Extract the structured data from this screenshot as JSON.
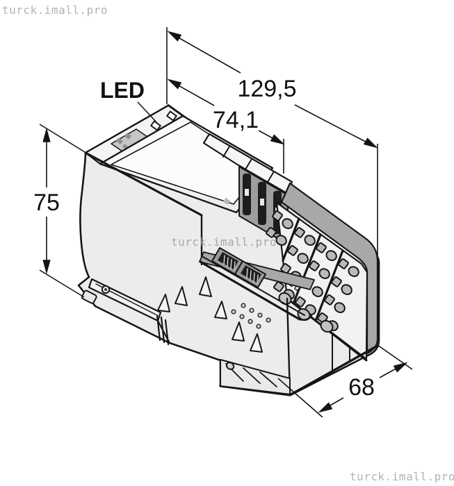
{
  "watermark": {
    "text": "turck.imall.pro"
  },
  "drawing": {
    "led_label": "LED",
    "dim_total_width": "129,5",
    "dim_inner_width": "74,1",
    "dim_height": "75",
    "dim_depth": "68"
  },
  "colors": {
    "line": "#161616",
    "body": "#ececec",
    "panel": "#f8f8f8",
    "gray_band": "#a8a8a8",
    "lever_face": "#9e9e9e",
    "terminal_fill": "#b9b9b9",
    "watermark_gray": "#b3b3b3"
  }
}
